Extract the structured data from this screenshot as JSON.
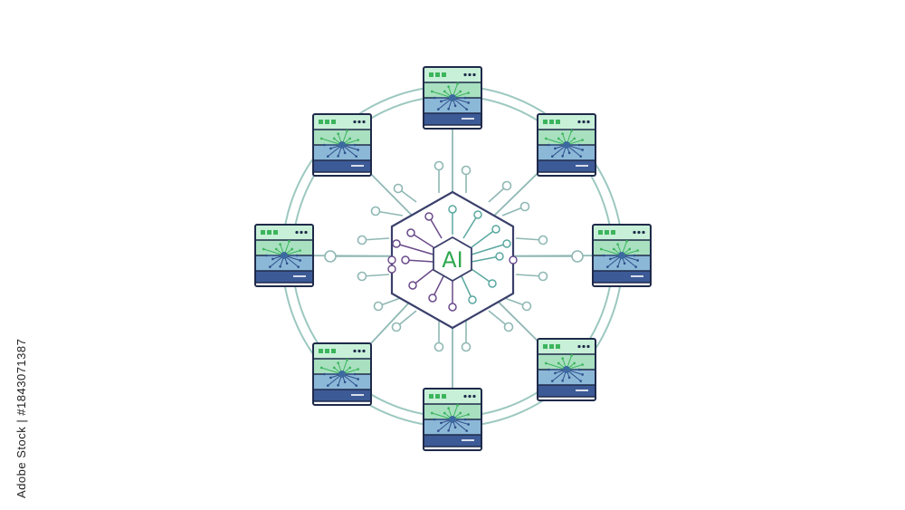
{
  "core": {
    "label": "AI"
  },
  "server_count": 8,
  "colors": {
    "ring": "#9cc8c0",
    "outline": "#1f2a4a",
    "hex_outline": "#3a3f6b",
    "accent_green": "#3cb45c",
    "band_mint": "#c8f0d8",
    "band_green": "#a8e0c0",
    "band_blue": "#8cb8d8",
    "band_navy": "#3c5a96",
    "connector": "#8fb8b4",
    "node_purple": "#6a4a8a",
    "node_teal": "#5aa8a0"
  },
  "icons": [
    "server-icon",
    "circuit-icon",
    "chip-icon"
  ],
  "watermark": {
    "text": "Adobe Stock | #1843071387"
  }
}
